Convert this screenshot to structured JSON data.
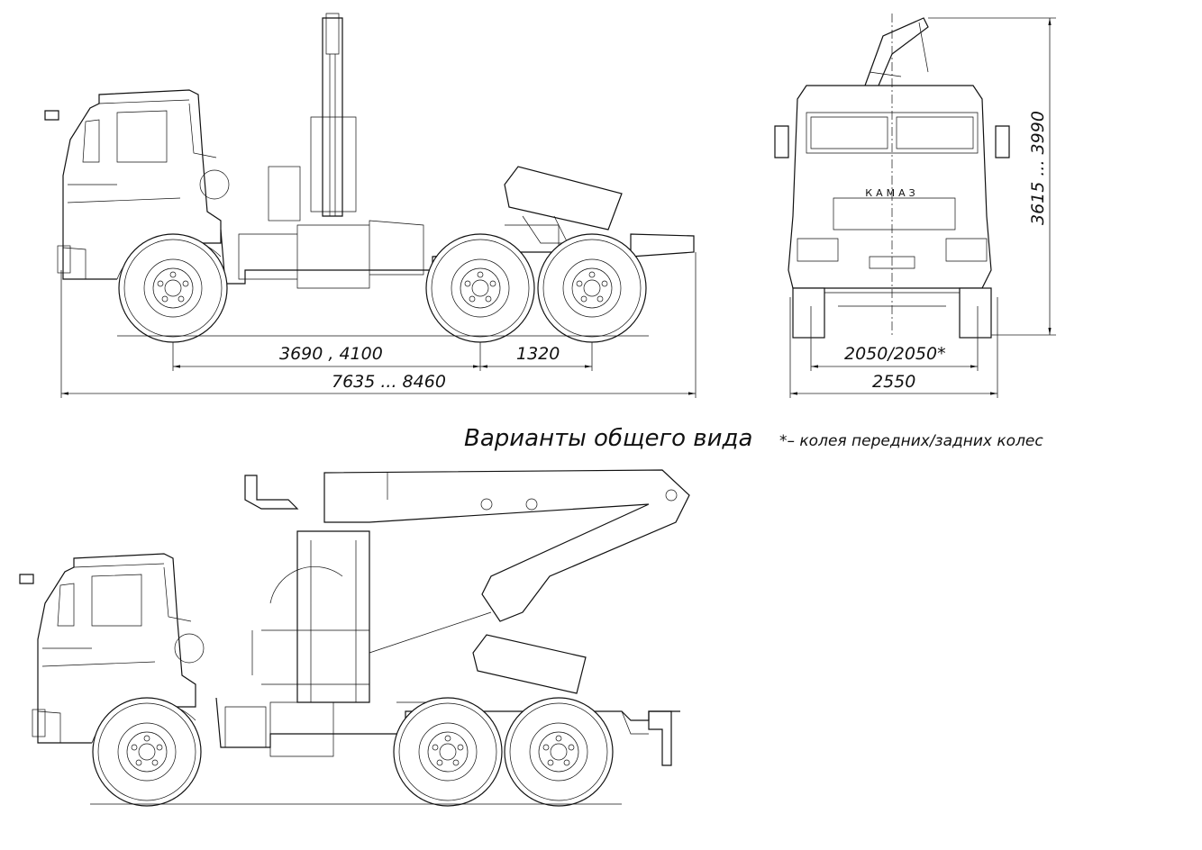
{
  "title": "Варианты общего вида",
  "footnote": "*– колея передних/задних колес",
  "brand": "КАМАЗ",
  "side_view_dimensions": {
    "wheelbase": "3690 , 4100",
    "rear_axle_spacing": "1320",
    "overall_length": "7635 ... 8460"
  },
  "front_view_dimensions": {
    "track": "2050/2050*",
    "overall_width": "2550",
    "overall_height": "3615 ... 3990"
  }
}
